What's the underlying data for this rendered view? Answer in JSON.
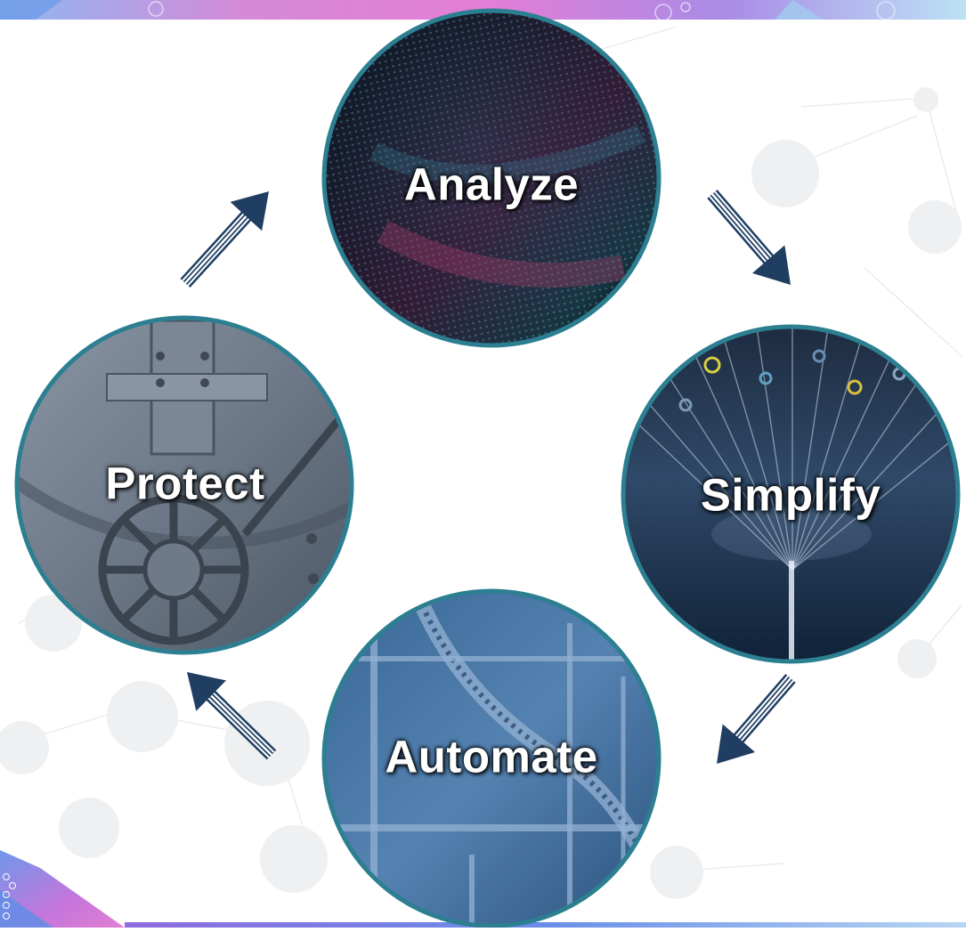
{
  "diagram": {
    "type": "cycle",
    "nodes": [
      {
        "id": "analyze",
        "label": "Analyze"
      },
      {
        "id": "simplify",
        "label": "Simplify"
      },
      {
        "id": "automate",
        "label": "Automate"
      },
      {
        "id": "protect",
        "label": "Protect"
      }
    ],
    "edges": [
      {
        "from": "analyze",
        "to": "simplify"
      },
      {
        "from": "simplify",
        "to": "automate"
      },
      {
        "from": "automate",
        "to": "protect"
      },
      {
        "from": "protect",
        "to": "analyze"
      }
    ]
  },
  "colors": {
    "ring": "#2c7f91",
    "arrow": "#1f3e62",
    "banner_pink": "#e07bd4",
    "banner_blue": "#5b8fe0"
  }
}
